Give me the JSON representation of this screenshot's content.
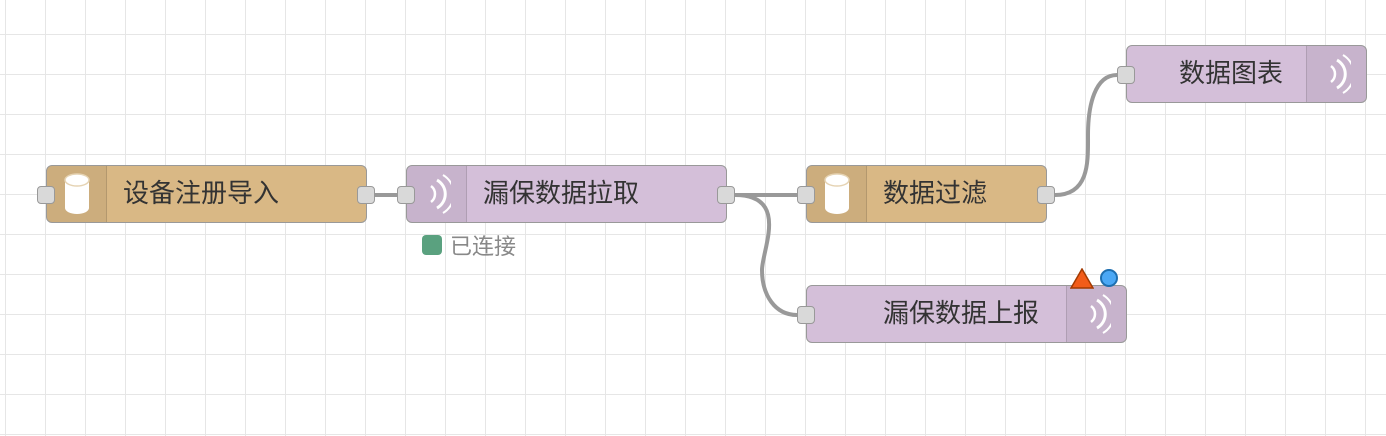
{
  "nodes": {
    "device_import": {
      "label": "设备注册导入",
      "icon": "database-icon"
    },
    "data_pull": {
      "label": "漏保数据拉取",
      "icon": "websocket-icon",
      "status": "已连接",
      "status_color": "#5aa17f"
    },
    "data_filter": {
      "label": "数据过滤",
      "icon": "database-icon"
    },
    "data_chart": {
      "label": "数据图表",
      "icon": "websocket-icon"
    },
    "data_report": {
      "label": "漏保数据上报",
      "icon": "websocket-icon",
      "badges": [
        "warning-icon",
        "changed-indicator"
      ]
    }
  },
  "colors": {
    "storage_node": "#d9b885",
    "network_node": "#d4bfd9",
    "wire": "#999999",
    "grid": "#e6e6e6"
  }
}
